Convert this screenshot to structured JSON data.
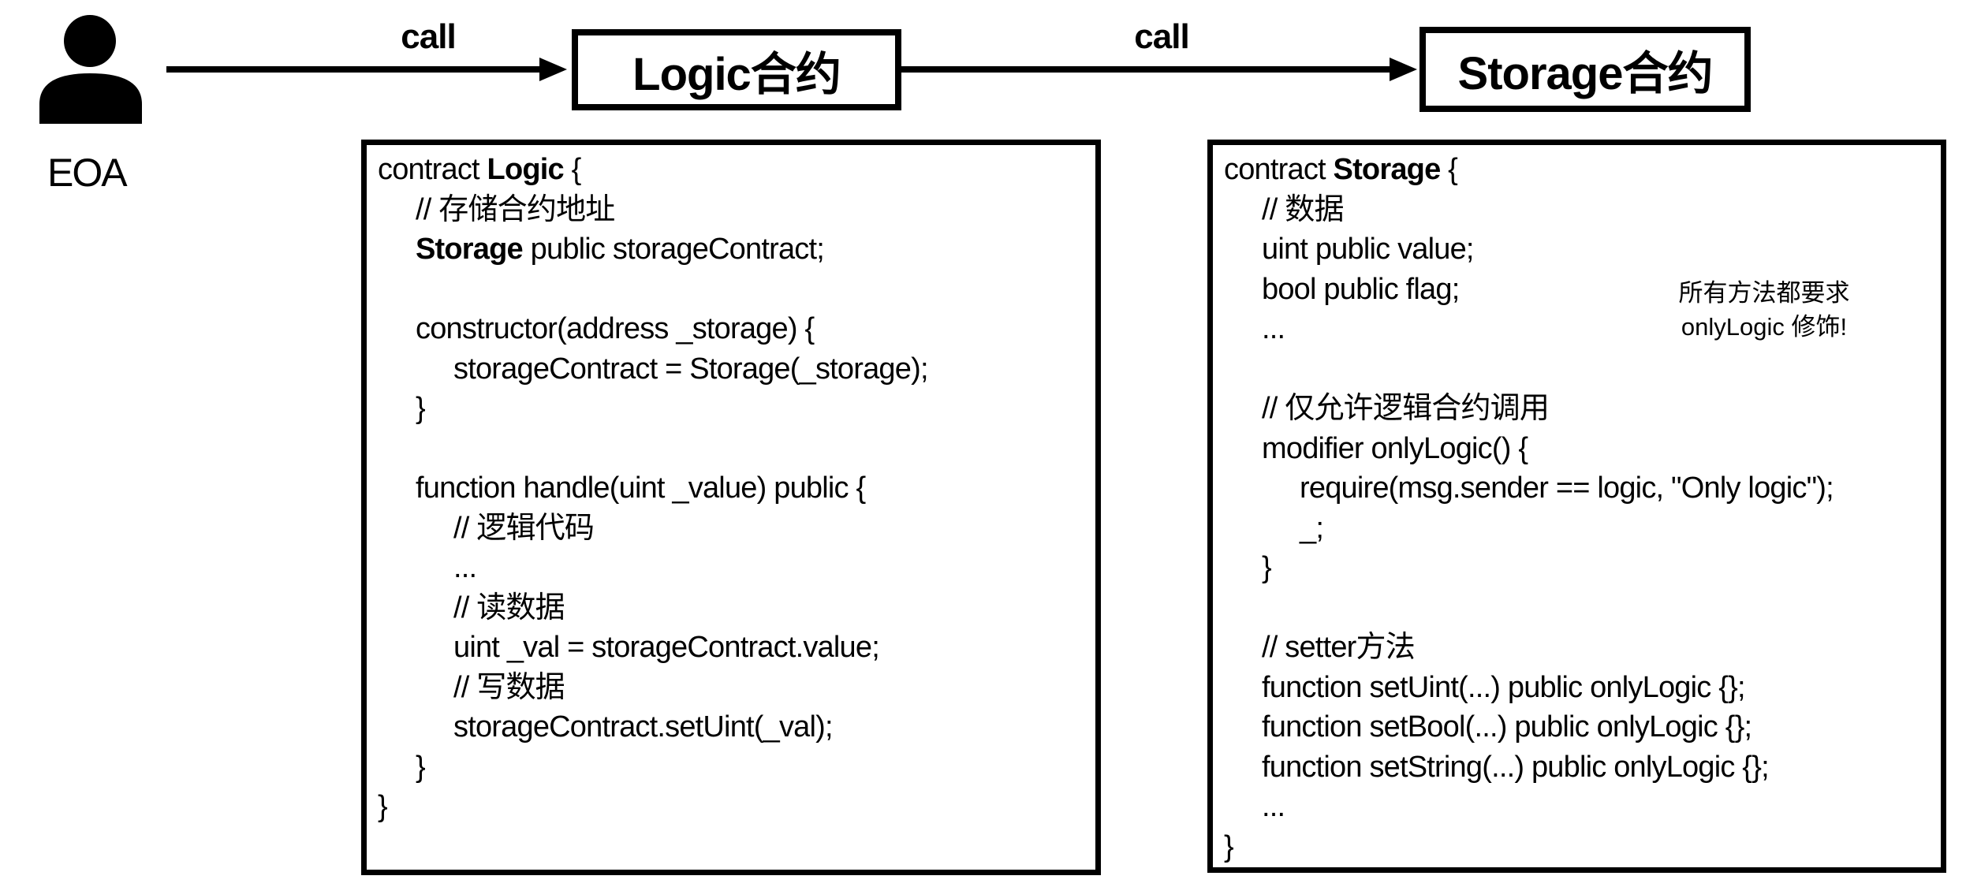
{
  "colors": {
    "foreground": "#000000",
    "background": "#ffffff"
  },
  "diagram": {
    "eoa_label": "EOA",
    "arrow_1_label": "call",
    "arrow_2_label": "call",
    "logic_box_title": "Logic合约",
    "storage_box_title": "Storage合约",
    "callout": {
      "line1": "所有方法都要求",
      "line2": "onlyLogic 修饰!"
    },
    "logic_contract_code": [
      {
        "indent": 0,
        "segments": [
          [
            "contract ",
            false
          ],
          [
            "Logic",
            true
          ],
          [
            " {",
            false
          ]
        ]
      },
      {
        "indent": 1,
        "segments": [
          [
            "// 存储合约地址",
            false
          ]
        ]
      },
      {
        "indent": 1,
        "segments": [
          [
            "Storage",
            true
          ],
          [
            " public storageContract;",
            false
          ]
        ]
      },
      {
        "indent": 0,
        "segments": []
      },
      {
        "indent": 1,
        "segments": [
          [
            "constructor(address _storage) {",
            false
          ]
        ]
      },
      {
        "indent": 2,
        "segments": [
          [
            "storageContract = Storage(_storage);",
            false
          ]
        ]
      },
      {
        "indent": 1,
        "segments": [
          [
            "}",
            false
          ]
        ]
      },
      {
        "indent": 0,
        "segments": []
      },
      {
        "indent": 1,
        "segments": [
          [
            "function handle(uint _value) public {",
            false
          ]
        ]
      },
      {
        "indent": 2,
        "segments": [
          [
            "// 逻辑代码",
            false
          ]
        ]
      },
      {
        "indent": 2,
        "segments": [
          [
            "...",
            false
          ]
        ]
      },
      {
        "indent": 2,
        "segments": [
          [
            "// 读数据",
            false
          ]
        ]
      },
      {
        "indent": 2,
        "segments": [
          [
            "uint _val = storageContract.value;",
            false
          ]
        ]
      },
      {
        "indent": 2,
        "segments": [
          [
            "// 写数据",
            false
          ]
        ]
      },
      {
        "indent": 2,
        "segments": [
          [
            "storageContract.setUint(_val);",
            false
          ]
        ]
      },
      {
        "indent": 1,
        "segments": [
          [
            "}",
            false
          ]
        ]
      },
      {
        "indent": 0,
        "segments": [
          [
            "}",
            false
          ]
        ]
      }
    ],
    "storage_contract_code": [
      {
        "indent": 0,
        "segments": [
          [
            "contract ",
            false
          ],
          [
            "Storage",
            true
          ],
          [
            " {",
            false
          ]
        ]
      },
      {
        "indent": 1,
        "segments": [
          [
            "// 数据",
            false
          ]
        ]
      },
      {
        "indent": 1,
        "segments": [
          [
            "uint public value;",
            false
          ]
        ]
      },
      {
        "indent": 1,
        "segments": [
          [
            "bool public flag;",
            false
          ]
        ]
      },
      {
        "indent": 1,
        "segments": [
          [
            "...",
            false
          ]
        ]
      },
      {
        "indent": 0,
        "segments": []
      },
      {
        "indent": 1,
        "segments": [
          [
            "// 仅允许逻辑合约调用",
            false
          ]
        ]
      },
      {
        "indent": 1,
        "segments": [
          [
            "modifier onlyLogic() {",
            false
          ]
        ]
      },
      {
        "indent": 2,
        "segments": [
          [
            "require(msg.sender == logic, \"Only logic\");",
            false
          ]
        ]
      },
      {
        "indent": 2,
        "segments": [
          [
            "_;",
            false
          ]
        ]
      },
      {
        "indent": 1,
        "segments": [
          [
            "}",
            false
          ]
        ]
      },
      {
        "indent": 0,
        "segments": []
      },
      {
        "indent": 1,
        "segments": [
          [
            "// setter方法",
            false
          ]
        ]
      },
      {
        "indent": 1,
        "segments": [
          [
            "function setUint(...) public onlyLogic {};",
            false
          ]
        ]
      },
      {
        "indent": 1,
        "segments": [
          [
            "function setBool(...) public onlyLogic {};",
            false
          ]
        ]
      },
      {
        "indent": 1,
        "segments": [
          [
            "function setString(...) public onlyLogic {};",
            false
          ]
        ]
      },
      {
        "indent": 1,
        "segments": [
          [
            "...",
            false
          ]
        ]
      },
      {
        "indent": 0,
        "segments": [
          [
            "}",
            false
          ]
        ]
      }
    ]
  }
}
